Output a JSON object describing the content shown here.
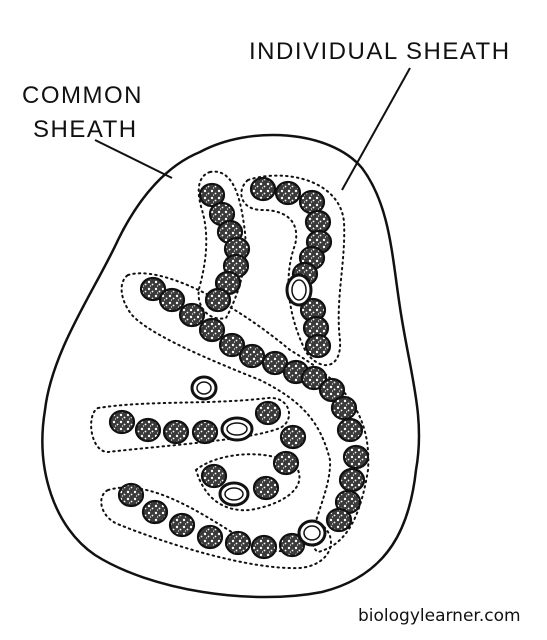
{
  "labels": {
    "individual_sheath": "INDIVIDUAL SHEATH",
    "common_sheath_line1": "COMMON",
    "common_sheath_line2": "SHEATH"
  },
  "watermark": "biologylearner.com",
  "colors": {
    "ink": "#111111",
    "cell_fill": "#3a3a3a",
    "background": "#ffffff"
  }
}
